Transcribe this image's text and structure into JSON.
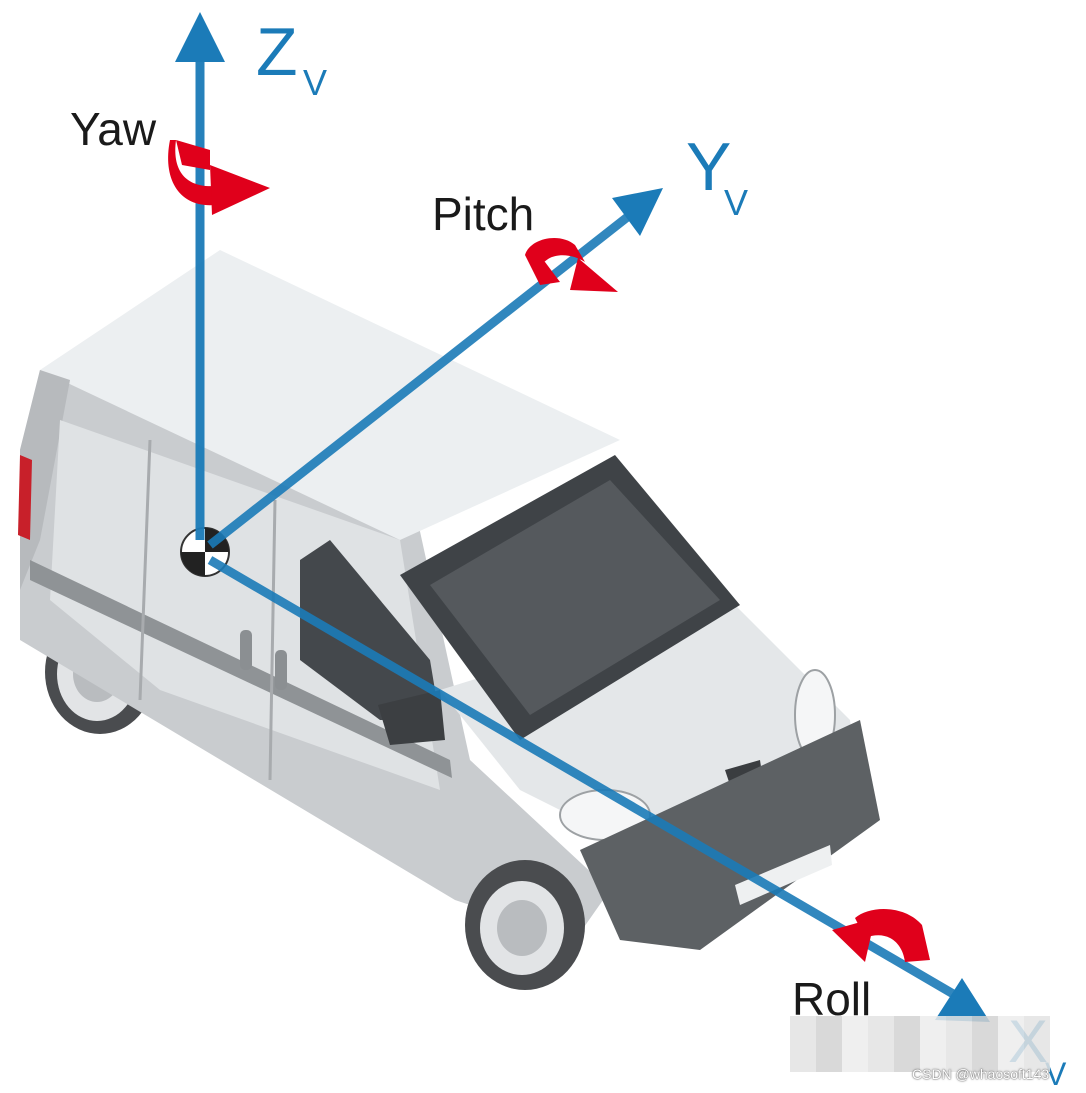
{
  "labels": {
    "yaw": "Yaw",
    "pitch": "Pitch",
    "roll": "Roll"
  },
  "axes": {
    "z": {
      "main": "Z",
      "sub": "V"
    },
    "y": {
      "main": "Y",
      "sub": "V"
    },
    "x": {
      "main": "X",
      "sub": "V"
    }
  },
  "watermark": "CSDN @whaosoft143",
  "colors": {
    "axis_blue": "#1b7bb8",
    "rotation_red": "#e0001b",
    "van_body": "#dcdfe2",
    "glass": "#3f4347"
  }
}
